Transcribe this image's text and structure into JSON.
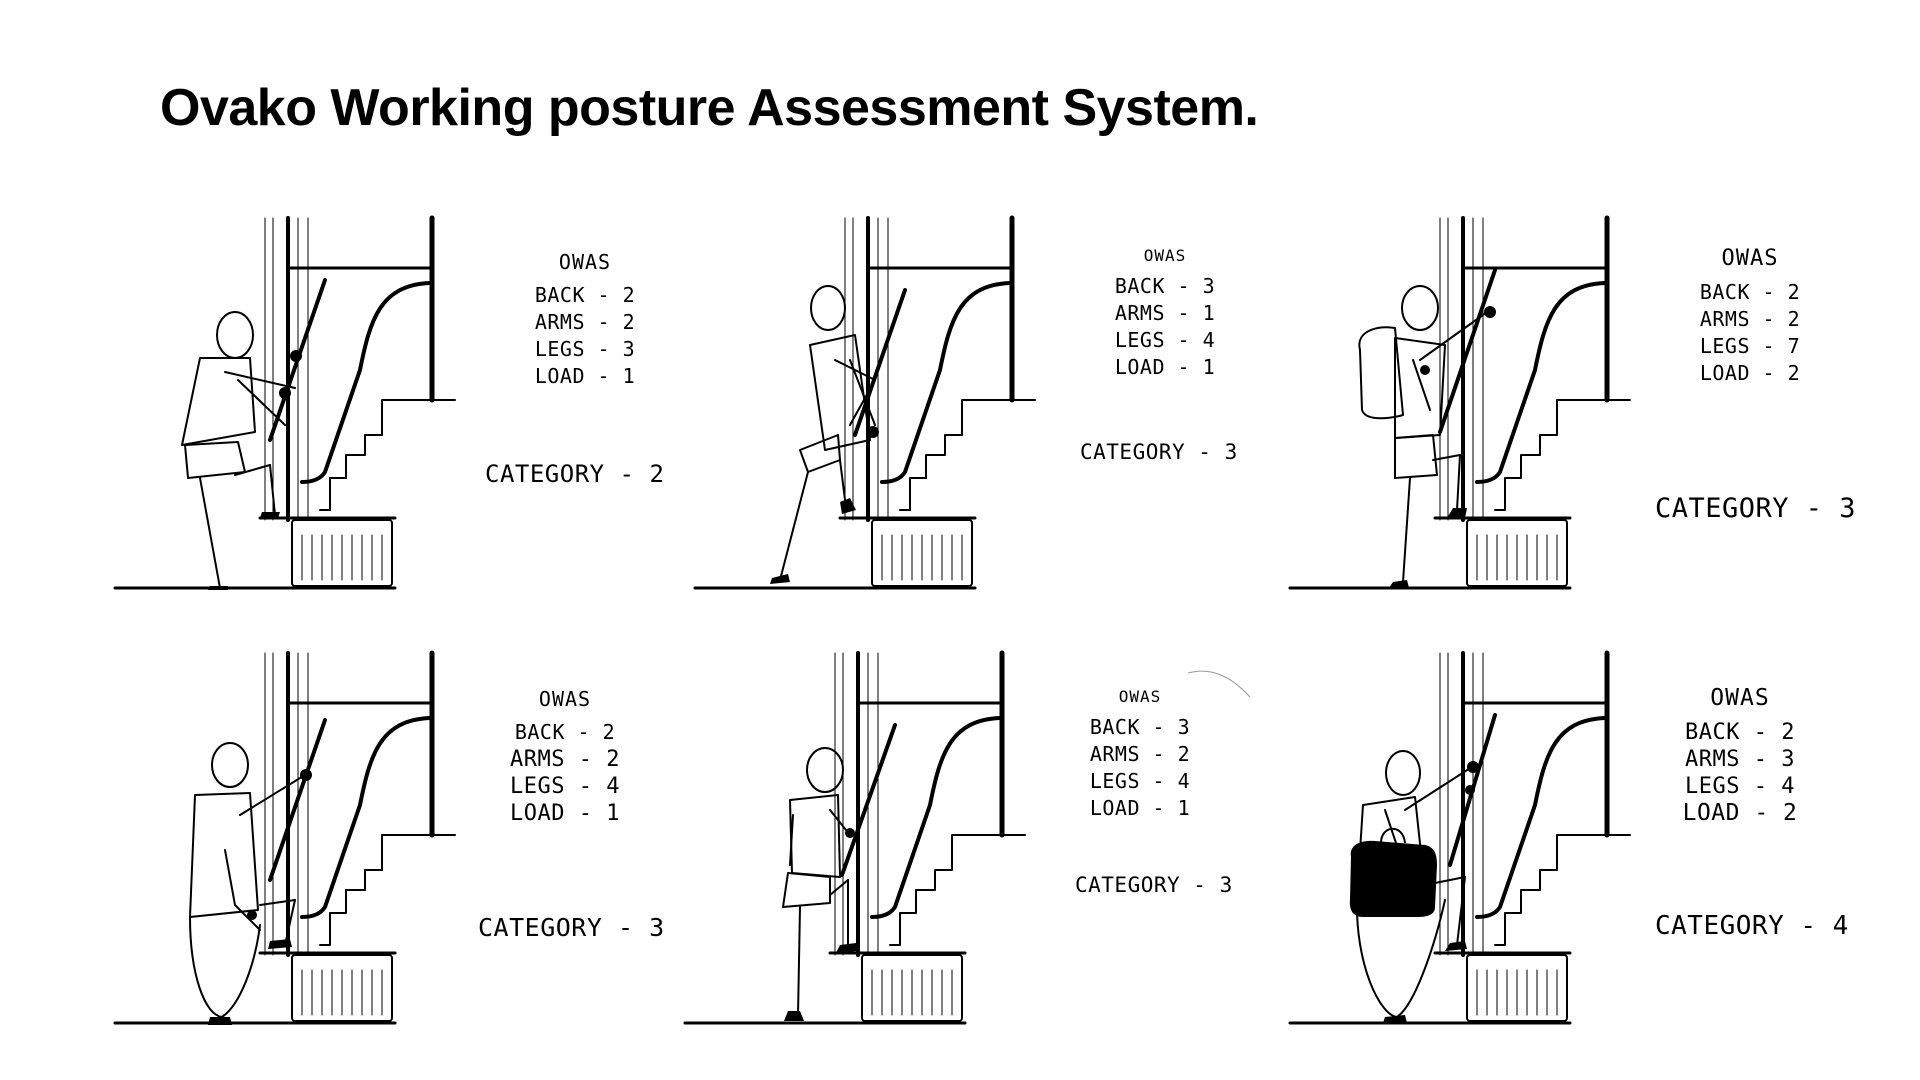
{
  "title": "Ovako Working posture Assessment System.",
  "panels": [
    {
      "owas": "OWAS",
      "back": "BACK - 2",
      "arms": "ARMS - 2",
      "legs": "LEGS - 3",
      "load": "LOAD - 1",
      "category": "CATEGORY - 2"
    },
    {
      "owas": "OWAS",
      "back": "BACK - 3",
      "arms": "ARMS - 1",
      "legs": "LEGS - 4",
      "load": "LOAD - 1",
      "category": "CATEGORY - 3"
    },
    {
      "owas": "OWAS",
      "back": "BACK - 2",
      "arms": "ARMS - 2",
      "legs": "LEGS - 7",
      "load": "LOAD - 2",
      "category": "CATEGORY - 3"
    },
    {
      "owas": "OWAS",
      "back": "BACK - 2",
      "arms": "ARMS - 2",
      "legs": "LEGS - 4",
      "load": "LOAD - 1",
      "category": "CATEGORY - 3"
    },
    {
      "owas": "OWAS",
      "back": "BACK - 3",
      "arms": "ARMS - 2",
      "legs": "LEGS - 4",
      "load": "LOAD - 1",
      "category": "CATEGORY - 3"
    },
    {
      "owas": "OWAS",
      "back": "BACK - 2",
      "arms": "ARMS - 3",
      "legs": "LEGS - 4",
      "load": "LOAD - 2",
      "category": "CATEGORY - 4"
    }
  ]
}
